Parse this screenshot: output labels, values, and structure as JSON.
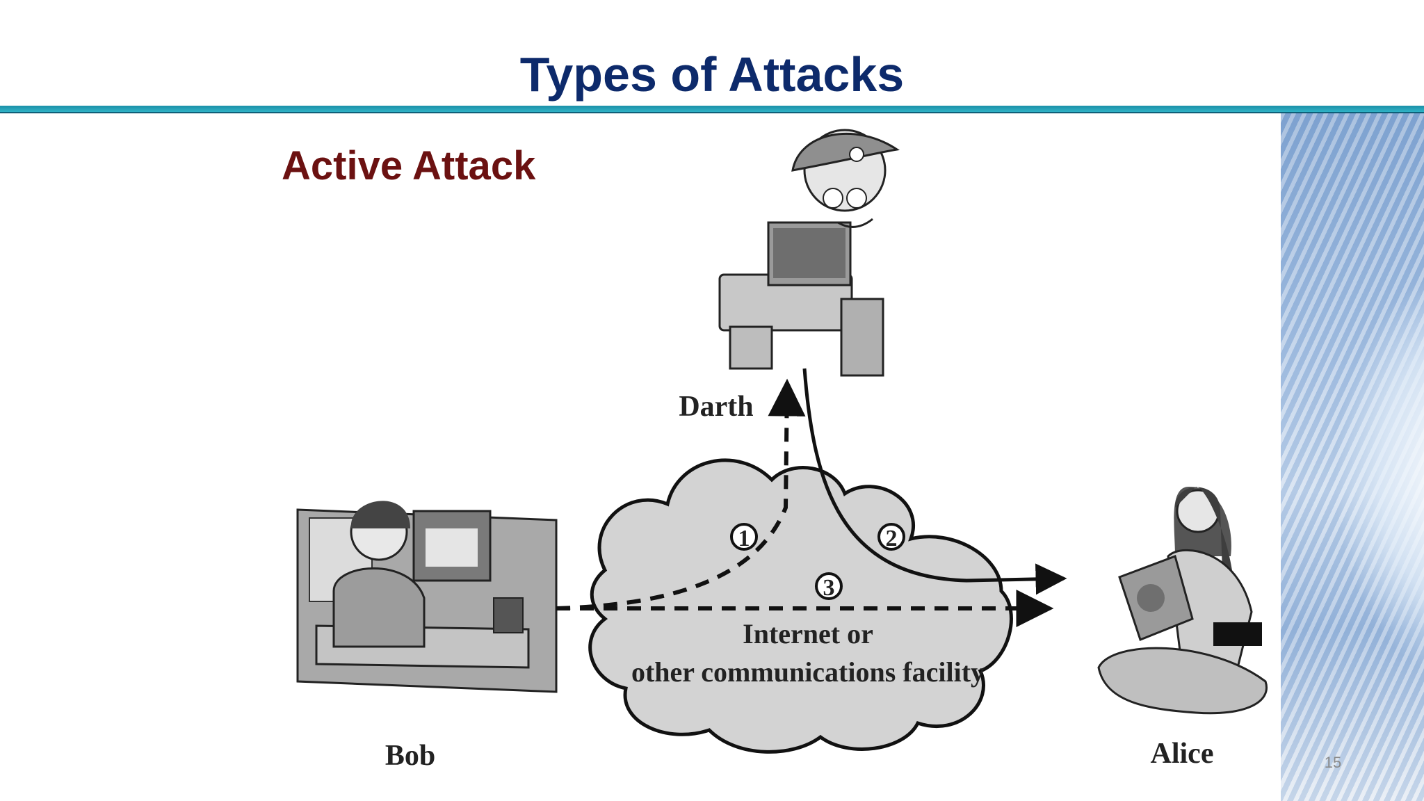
{
  "slide": {
    "title": "Types of Attacks",
    "subtitle": "Active Attack",
    "page_number": "15"
  },
  "diagram": {
    "actors": {
      "darth": "Darth",
      "bob": "Bob",
      "alice": "Alice"
    },
    "network_label": [
      "Internet or",
      "other communications facility"
    ],
    "step_markers": [
      "1",
      "2",
      "3"
    ]
  },
  "colors": {
    "title": "#0d2a6b",
    "subtitle": "#6b1111",
    "rule": "#1c8fa8",
    "cloud_fill": "#d3d3d3"
  }
}
